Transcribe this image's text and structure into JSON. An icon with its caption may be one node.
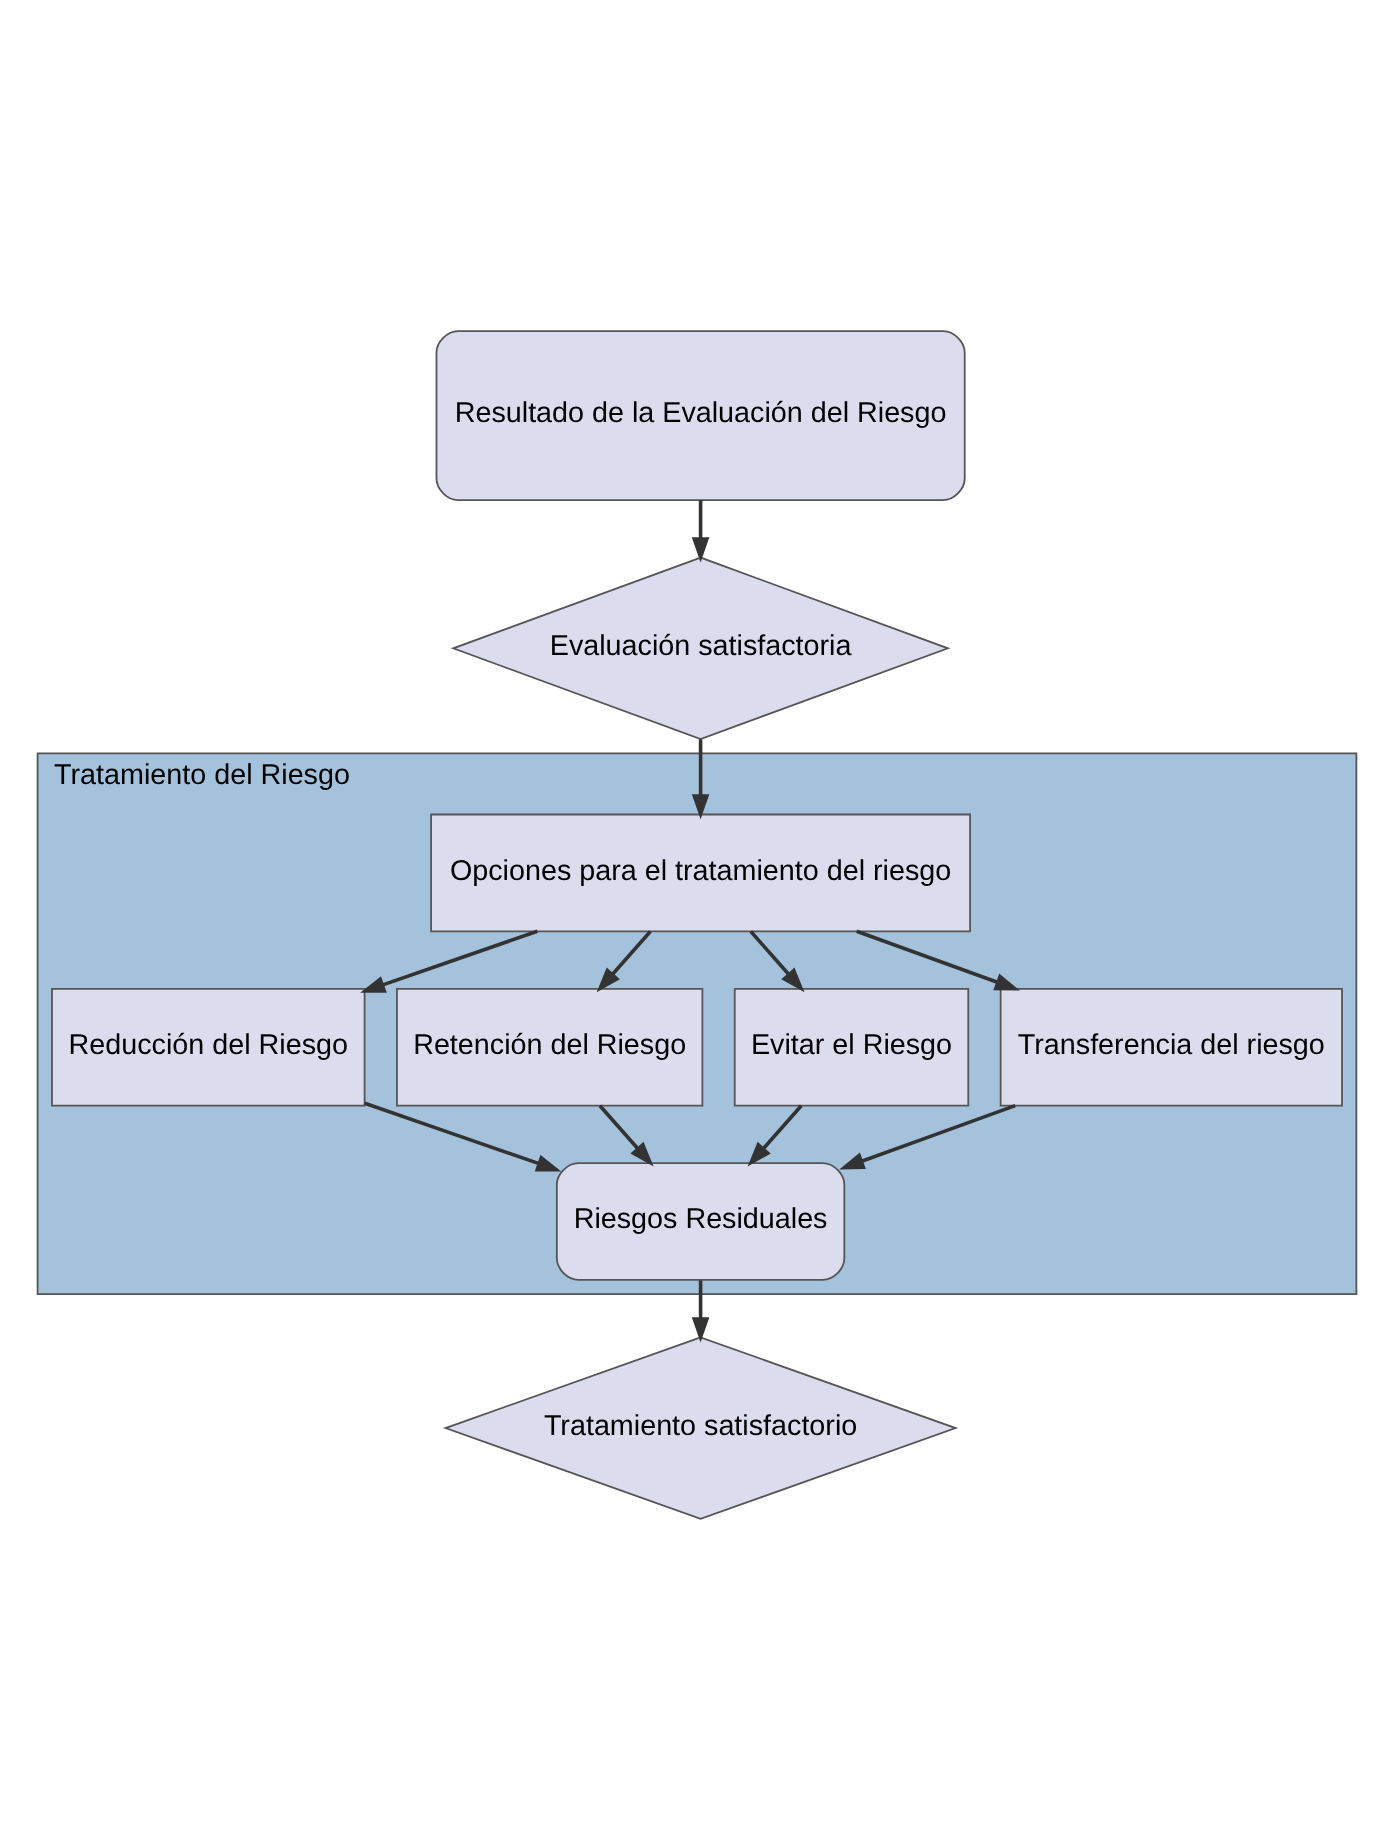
{
  "diagram": {
    "nodes": [
      {
        "text": [
          "Resultado de la Evaluación del Riesgo"
        ]
      },
      {
        "text": [
          "Evaluación satisfactoria"
        ]
      },
      {
        "text": [
          "Tratamiento del Riesgo"
        ]
      },
      {
        "text": [
          "Opciones para el tratamiento del riesgo"
        ],
        "in": 2
      },
      {
        "text": [
          "Reducción del Riesgo"
        ],
        "in": 2
      },
      {
        "text": [
          "Retención del Riesgo"
        ],
        "in": 2
      },
      {
        "text": [
          "Evitar el Riesgo"
        ],
        "in": 2
      },
      {
        "text": [
          "Transferencia del riesgo"
        ],
        "in": 2
      },
      {
        "text": [
          "Riesgos Residuales"
        ],
        "in": 2
      },
      {
        "text": [
          "Tratamiento satisfactorio"
        ]
      }
    ],
    "edges": [
      {
        "from": 0,
        "to": 1,
        "arrow": "to"
      },
      {
        "from": 1,
        "to": 3,
        "arrow": "to"
      },
      {
        "from": 3,
        "to": 4,
        "arrow": "to"
      },
      {
        "from": 3,
        "to": 5,
        "arrow": "to"
      },
      {
        "from": 3,
        "to": 6,
        "arrow": "to"
      },
      {
        "from": 3,
        "to": 7,
        "arrow": "to"
      },
      {
        "from": 4,
        "to": 8,
        "arrow": "to"
      },
      {
        "from": 5,
        "to": 8,
        "arrow": "to"
      },
      {
        "from": 6,
        "to": 8,
        "arrow": "to"
      },
      {
        "from": 7,
        "to": 8,
        "arrow": "to"
      },
      {
        "from": 8,
        "to": 9,
        "arrow": "to"
      }
    ]
  }
}
